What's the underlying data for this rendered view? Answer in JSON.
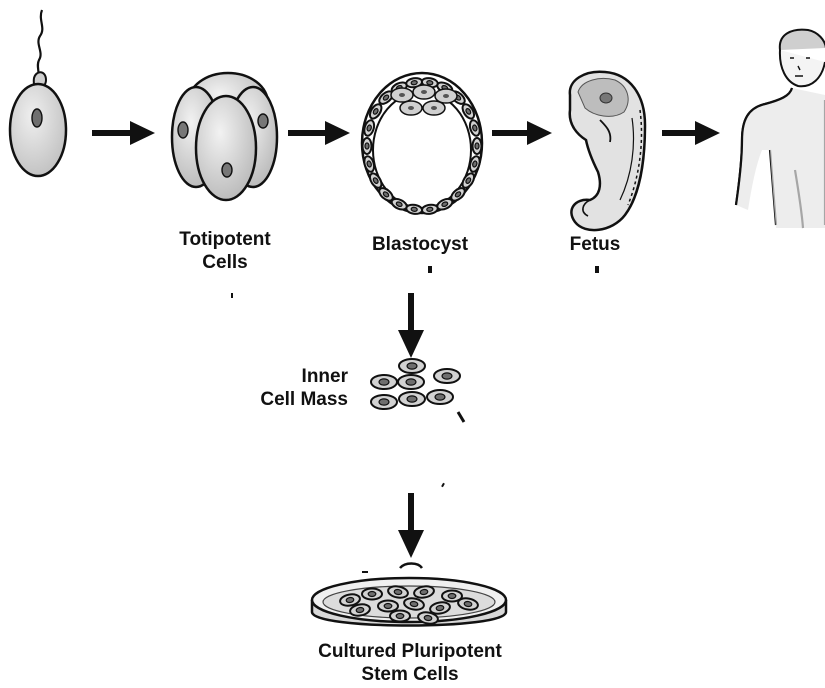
{
  "labels": {
    "totipotent_line1": "Totipotent",
    "totipotent_line2": "Cells",
    "blastocyst": "Blastocyst",
    "fetus": "Fetus",
    "inner_cell_mass_line1": "Inner",
    "inner_cell_mass_line2": "Cell Mass",
    "cultured_line1": "Cultured Pluripotent",
    "cultured_line2": "Stem Cells"
  },
  "icons": {
    "stage1": "fertilized-egg-icon",
    "stage2": "totipotent-cells-icon",
    "stage3": "blastocyst-icon",
    "stage4": "fetus-icon",
    "stage5": "human-adult-icon",
    "branch1": "inner-cell-mass-icon",
    "branch2": "culture-dish-icon"
  },
  "colors": {
    "line": "#111111",
    "cell_fill": "#d6d6d6",
    "nucleus": "#777777",
    "fetus_fill": "#e2e2e2",
    "background": "#ffffff"
  }
}
